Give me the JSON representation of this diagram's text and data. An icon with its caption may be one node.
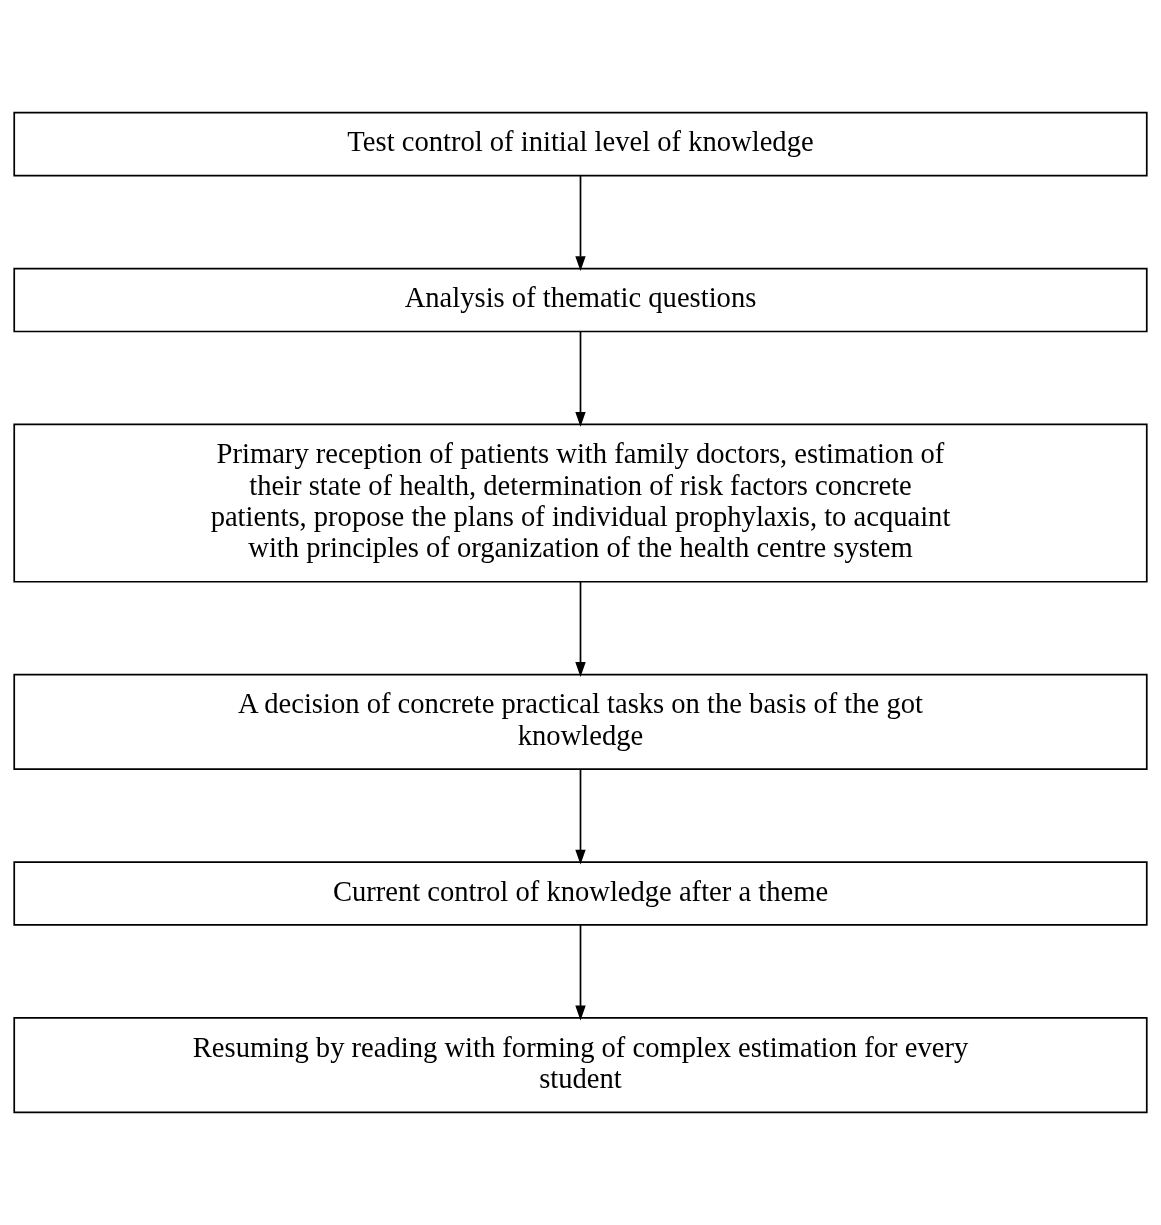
{
  "diagram": {
    "nodes": [
      {
        "text": [
          "Test control of initial level of knowledge"
        ]
      },
      {
        "text": [
          "Analysis of thematic questions"
        ]
      },
      {
        "text": [
          "Primary reception of patients with family doctors, estimation of their state of health, determination of risk factors concrete patients, propose the plans of individual prophylaxis, to acquaint with principles of organization of the health centre system"
        ]
      },
      {
        "text": [
          "A decision of concrete practical tasks on the basis of the got knowledge"
        ]
      },
      {
        "text": [
          "Current control of knowledge after a theme"
        ]
      },
      {
        "text": [
          "Resuming by reading with forming of complex estimation for every student"
        ]
      }
    ],
    "edges": [
      {
        "from": 0,
        "to": 1,
        "arrow": "to"
      },
      {
        "from": 1,
        "to": 2,
        "arrow": "to"
      },
      {
        "from": 2,
        "to": 3,
        "arrow": "to"
      },
      {
        "from": 3,
        "to": 4,
        "arrow": "to"
      },
      {
        "from": 4,
        "to": 5,
        "arrow": "to"
      }
    ]
  }
}
